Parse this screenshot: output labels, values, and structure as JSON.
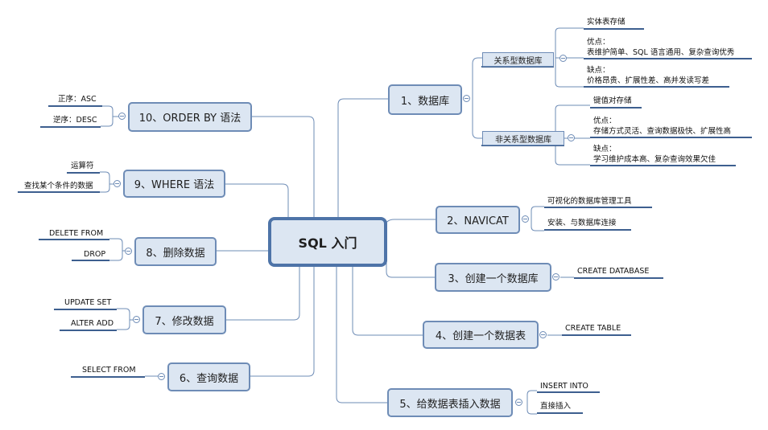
{
  "root": "SQL 入门",
  "right_branches": {
    "database": {
      "label": "1、数据库",
      "relational": {
        "label": "关系型数据库",
        "storage": "实体表存储",
        "pros_title": "优点：",
        "pros_text": "表维护简单、SQL 语言通用、复杂查询优秀",
        "cons_title": "缺点：",
        "cons_text": "价格昂贵、扩展性差、高并发读写差"
      },
      "non_relational": {
        "label": "非关系型数据库",
        "storage": "键值对存储",
        "pros_title": "优点：",
        "pros_text": "存储方式灵活、查询数据极快、扩展性高",
        "cons_title": "缺点：",
        "cons_text": "学习维护成本高、复杂查询效果欠佳"
      }
    },
    "navicat": {
      "label": "2、NAVICAT",
      "items": [
        "可视化的数据库管理工具",
        "安装、与数据库连接"
      ]
    },
    "create_db": {
      "label": "3、创建一个数据库",
      "items": [
        "CREATE DATABASE"
      ]
    },
    "create_table": {
      "label": "4、创建一个数据表",
      "items": [
        "CREATE TABLE"
      ]
    },
    "insert": {
      "label": "5、给数据表插入数据",
      "items": [
        "INSERT INTO",
        "直接插入"
      ]
    }
  },
  "left_branches": {
    "order_by": {
      "label": "10、ORDER BY 语法",
      "items": [
        "正序：ASC",
        "逆序：DESC"
      ]
    },
    "where": {
      "label": "9、WHERE 语法",
      "items": [
        "运算符",
        "查找某个条件的数据"
      ]
    },
    "delete": {
      "label": "8、删除数据",
      "items": [
        "DELETE FROM",
        "DROP"
      ]
    },
    "update": {
      "label": "7、修改数据",
      "items": [
        "UPDATE SET",
        "ALTER ADD"
      ]
    },
    "select": {
      "label": "6、查询数据",
      "items": [
        "SELECT FROM"
      ]
    }
  },
  "colors": {
    "node_fill": "#dce6f2",
    "node_border": "#6e8cb6",
    "root_border": "#4e74a8",
    "underline": "#3d5f8f",
    "line": "#6e8cb6"
  }
}
